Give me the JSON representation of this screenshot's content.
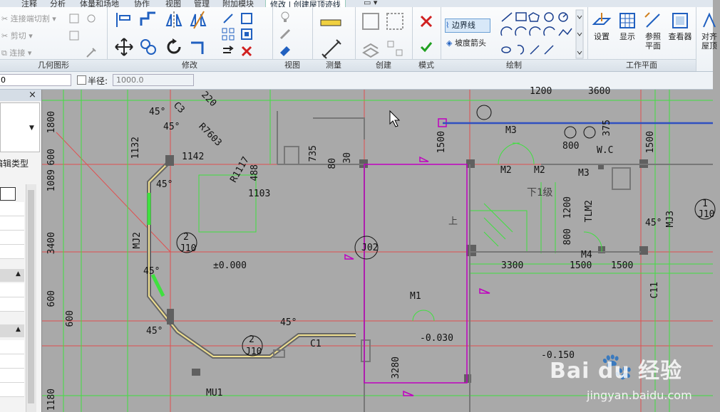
{
  "menu": {
    "tabs": [
      "注释",
      "分析",
      "体量和场地",
      "协作",
      "视图",
      "管理",
      "附加模块",
      "修改 | 创建屋顶迹线"
    ],
    "active_tab": "修改 | 创建屋顶迹线"
  },
  "ribbon": {
    "geometry": {
      "title": "几何图形",
      "join_cut": "连接端切割",
      "cut": "剪切",
      "join": "连接"
    },
    "modify": {
      "title": "修改"
    },
    "view": {
      "title": "视图"
    },
    "measure": {
      "title": "测量"
    },
    "create": {
      "title": "创建"
    },
    "mode": {
      "title": "模式"
    },
    "draw": {
      "title": "绘制",
      "boundary_line": "边界线",
      "slope_arrow": "坡度箭头"
    },
    "workplane": {
      "title": "工作平面",
      "set": "设置",
      "show": "显示",
      "ref_plane": "参照\n平面",
      "viewer": "查看器"
    },
    "extra": "对齐\n屋顶"
  },
  "options": {
    "offset_value": "0",
    "radius_label": "半径:",
    "radius_value": "1000.0",
    "radius_checked": false
  },
  "properties_panel": {
    "close": "×",
    "edit_type": "编辑类型"
  },
  "drawing": {
    "dims": [
      "1800",
      "600",
      "1089",
      "3400",
      "600",
      "600",
      "1180",
      "1132",
      "1142",
      "220",
      "C3",
      "R7603",
      "1103",
      "488",
      "R1117",
      "735",
      "80",
      "30",
      "1500",
      "1200",
      "3600",
      "M3",
      "M2",
      "M2",
      "800",
      "W.C",
      "375",
      "M3",
      "1500",
      "下1级",
      "上",
      "1200",
      "800",
      "TLM2",
      "M4",
      "3300",
      "1500",
      "1500",
      "J02",
      "M1",
      "-0.030",
      "-0.150",
      "3280",
      "C1",
      "MU1",
      "2",
      "J10",
      "2",
      "J10",
      "MJ2",
      "±0.000",
      "45°",
      "45°",
      "45°",
      "45°",
      "45°",
      "45°",
      "45°",
      "C11",
      "MJ3",
      "J10",
      "1"
    ]
  },
  "colors": {
    "canvas": "#a9a9a9",
    "green_line": "#3fe03f",
    "red_line": "#e05050",
    "magenta": "#c000c0",
    "blue_line": "#3050c0",
    "wall": "#666666"
  },
  "watermark": {
    "brand": "Bai du 经验",
    "url": "jingyan.baidu.com"
  }
}
